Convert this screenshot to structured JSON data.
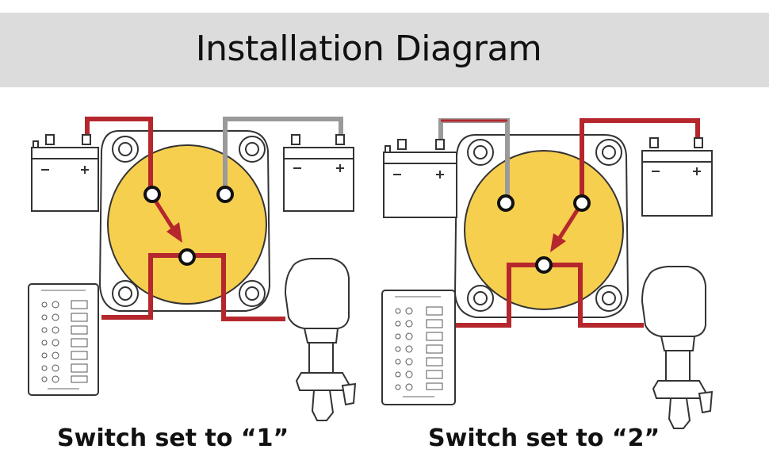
{
  "header": {
    "title": "Installation Diagram"
  },
  "panels": [
    {
      "caption": "Switch set to “1”",
      "switch_position": "1"
    },
    {
      "caption": "Switch set to “2”",
      "switch_position": "2"
    }
  ],
  "colors": {
    "header_bg": "#dcdcdc",
    "switch_face": "#f7cf4f",
    "positive_wire": "#b5272d",
    "negative_wire": "#9a9a9a",
    "outline": "#333333"
  },
  "icons": {
    "battery": "battery-icon",
    "switch": "battery-switch-icon",
    "panel": "fuse-panel-icon",
    "motor": "outboard-motor-icon"
  }
}
